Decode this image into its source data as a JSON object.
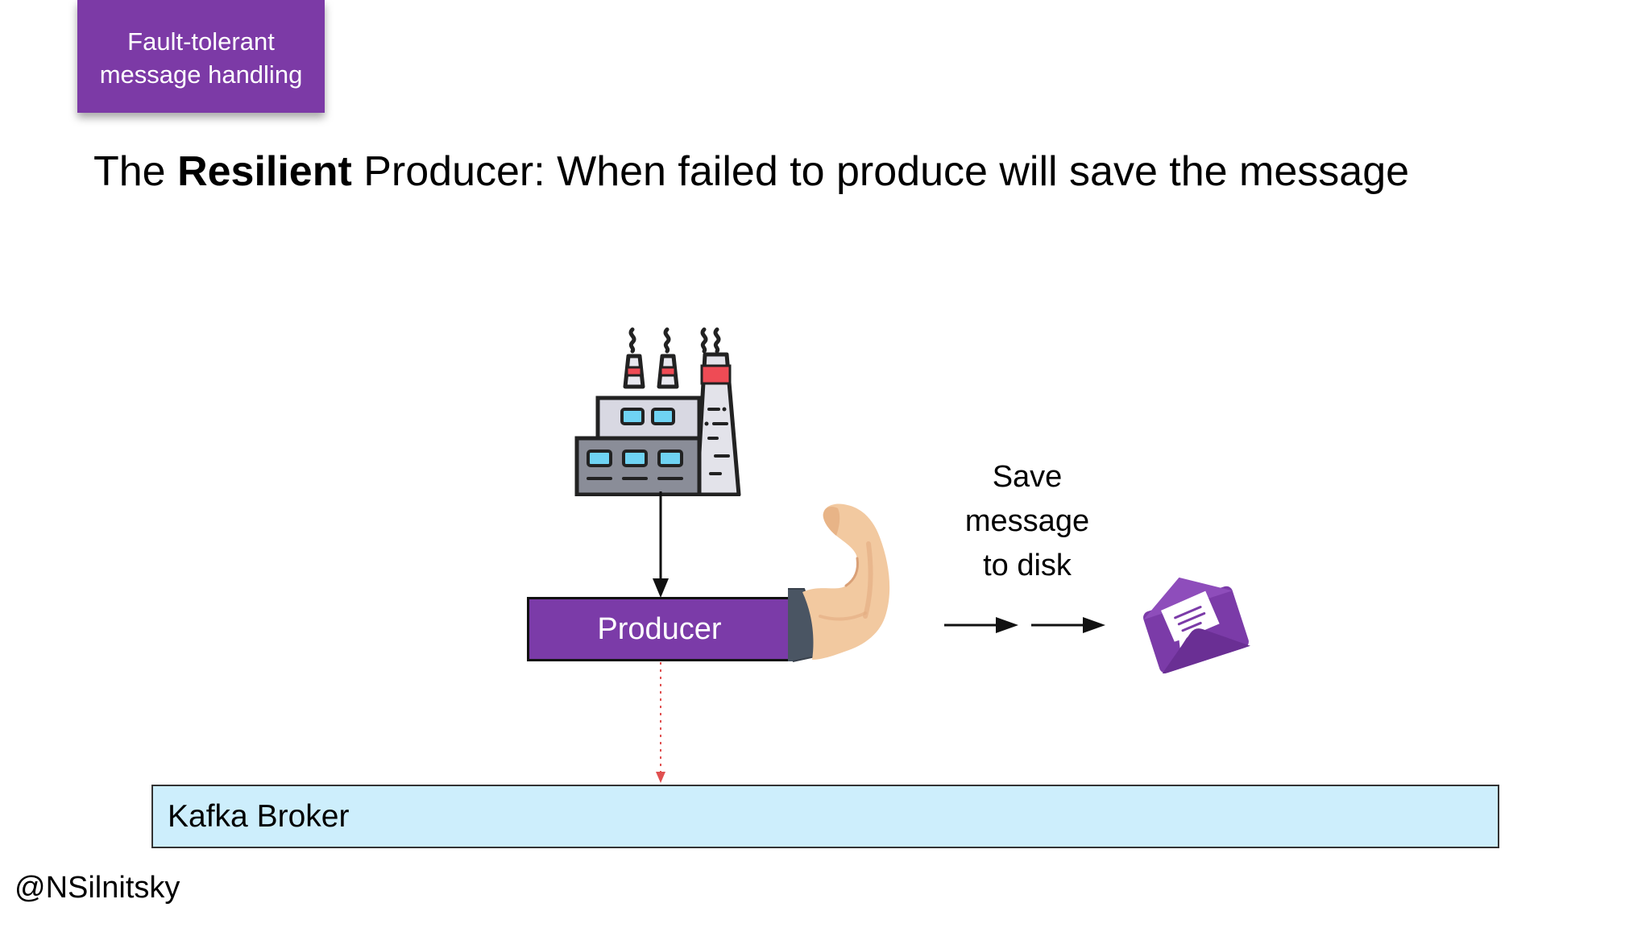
{
  "tag": {
    "line1": "Fault-tolerant",
    "line2": "message handling",
    "color": "#7c3aa6"
  },
  "title": {
    "prefix": "The",
    "bold": "Resilient",
    "rest": "Producer: When failed to produce will save the message"
  },
  "diagram": {
    "producer_label": "Producer",
    "producer_color": "#7b3ba8",
    "save_text": {
      "line1": "Save",
      "line2": "message",
      "line3": "to disk"
    },
    "broker_label": "Kafka Broker",
    "broker_color": "#cdeefc",
    "failed_path_color": "#e05050",
    "icons": [
      "factory-icon",
      "flexed-arm-icon",
      "envelope-icon"
    ]
  },
  "footer": {
    "handle": "@NSilnitsky"
  }
}
